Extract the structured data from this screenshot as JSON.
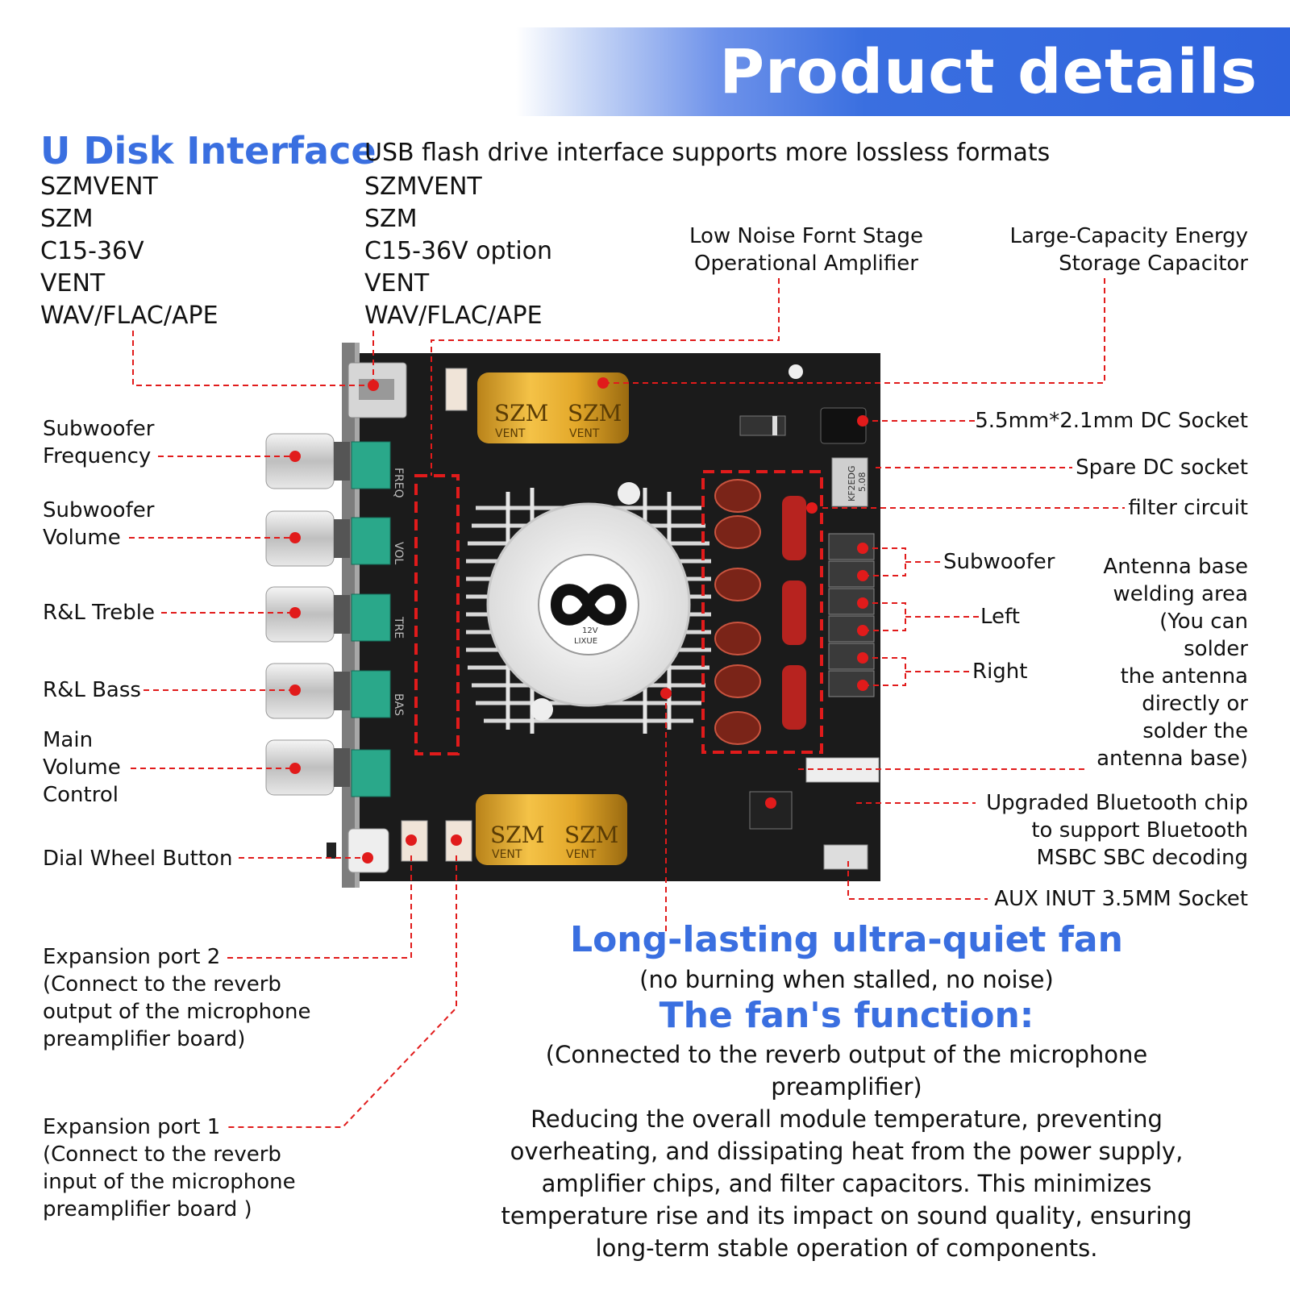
{
  "banner": {
    "title": "Product details",
    "color": "#2f64dd"
  },
  "accent_color": "#3a6fe0",
  "pointer_color": "#e11b1b",
  "u_disk": {
    "title": "U Disk Interface",
    "description": "USB flash drive interface supports more lossless formats",
    "left_lines": [
      "SZMVENT",
      "SZM",
      "C15-36V",
      "VENT",
      "WAV/FLAC/APE"
    ],
    "right_lines": [
      "SZMVENT",
      "SZM",
      "C15-36V option",
      "VENT",
      "WAV/FLAC/APE"
    ]
  },
  "top_labels": {
    "amplifier": [
      "Low Noise Fornt Stage",
      "Operational Amplifier"
    ],
    "capacitor": [
      "Large-Capacity Energy",
      "Storage Capacitor"
    ]
  },
  "left_labels": {
    "sub_freq": [
      "Subwoofer",
      "Frequency"
    ],
    "sub_vol": [
      "Subwoofer",
      "Volume"
    ],
    "treble": "R&L Treble",
    "bass": "R&L Bass",
    "main_vol": [
      "Main",
      "Volume",
      "Control"
    ],
    "dial": "Dial Wheel Button"
  },
  "right_labels": {
    "dc_socket": "5.5mm*2.1mm DC Socket",
    "spare_dc": "Spare DC socket",
    "filter": "filter circuit",
    "subwoofer": "Subwoofer",
    "left": "Left",
    "right": "Right",
    "antenna": [
      "Antenna base",
      "welding area",
      "(You can",
      "solder",
      "the antenna",
      "directly or",
      "solder the",
      "antenna base)"
    ],
    "bluetooth": [
      "Upgraded Bluetooth chip",
      "to support Bluetooth",
      "MSBC SBC decoding"
    ],
    "aux": "AUX INUT 3.5MM Socket"
  },
  "expansion": {
    "port2": [
      "Expansion port 2",
      "(Connect to the reverb",
      "output of the microphone",
      "preamplifier board)"
    ],
    "port1": [
      "Expansion port 1",
      "(Connect to the reverb",
      "input of the microphone",
      "preamplifier board )"
    ]
  },
  "fan": {
    "title": "Long-lasting ultra-quiet fan",
    "subtitle": "(no burning when stalled, no noise)",
    "function_title": "The fan's function:",
    "function_lines": [
      "(Connected to the reverb output of the microphone",
      "preamplifier)",
      "Reducing the overall module temperature, preventing",
      "overheating, and dissipating heat from the power supply,",
      "amplifier chips, and filter capacitors. This minimizes",
      "temperature rise and its impact on sound quality, ensuring",
      "long-term stable operation of components."
    ]
  },
  "board": {
    "cap_brand": "SZM",
    "cap_sub": "VENT",
    "fan_marks": [
      "12V",
      "LIXUE"
    ],
    "silk": [
      "FREQ",
      "VOL",
      "TRE",
      "BAS"
    ],
    "dc_marking": [
      "KF2EDG",
      "5.08"
    ]
  }
}
